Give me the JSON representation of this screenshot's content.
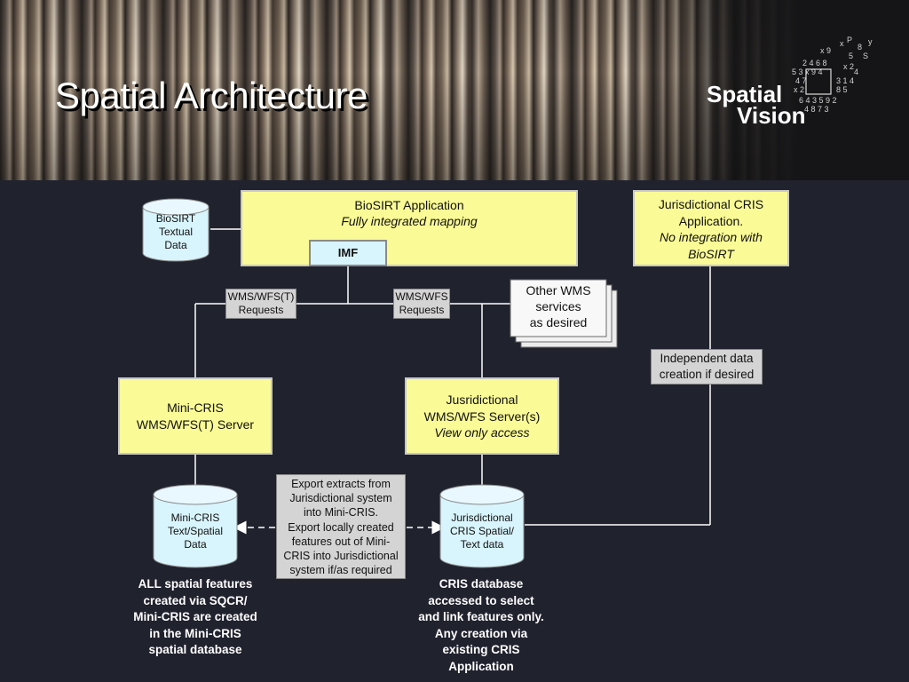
{
  "slide": {
    "title": "Spatial Architecture",
    "logo": {
      "line1": "Spatial",
      "line2": "Vision"
    }
  },
  "nodes": {
    "biosirt_app": {
      "title": "BioSIRT Application",
      "subtitle": "Fully integrated mapping"
    },
    "imf": {
      "label": "IMF"
    },
    "biosirt_data": {
      "line1": "BioSIRT",
      "line2": "Textual",
      "line3": "Data"
    },
    "jur_cris_app": {
      "line1": "Jurisdictional CRIS",
      "line2": "Application.",
      "line3": "No integration with",
      "line4": "BioSIRT"
    },
    "other_wms": {
      "line1": "Other WMS",
      "line2": "services",
      "line3": "as desired"
    },
    "mini_cris_server": {
      "line1": "Mini-CRIS",
      "line2": "WMS/WFS(T) Server"
    },
    "jur_server": {
      "line1": "Jusridictional",
      "line2": "WMS/WFS Server(s)",
      "line3": "View only access"
    },
    "mini_cris_data": {
      "line1": "Mini-CRIS",
      "line2": "Text/Spatial",
      "line3": "Data"
    },
    "jur_cris_data": {
      "line1": "Jurisdictional",
      "line2": "CRIS Spatial/",
      "line3": "Text data"
    }
  },
  "edge_labels": {
    "wms_wfst": {
      "line1": "WMS/WFS(T)",
      "line2": "Requests"
    },
    "wms_wfs": {
      "line1": "WMS/WFS",
      "line2": "Requests"
    },
    "independent": {
      "line1": "Independent data",
      "line2": "creation if desired"
    },
    "export": {
      "lines": [
        "Export extracts from",
        "Jurisdictional system",
        "into Mini-CRIS.",
        "Export locally created",
        "features out of Mini-",
        "CRIS into Jurisdictional",
        "system if/as required"
      ]
    }
  },
  "captions": {
    "left": [
      "ALL spatial features",
      "created via SQCR/",
      "Mini-CRIS are created",
      "in the Mini-CRIS",
      "spatial database"
    ],
    "right": [
      "CRIS database",
      "accessed to select",
      "and link features only.",
      "Any creation via",
      "existing CRIS",
      "Application"
    ]
  },
  "colors": {
    "background": "#20222e",
    "node_yellow": "#fafa96",
    "imf_blue": "#d8f4fc",
    "cylinder": "#d8f4fc",
    "label_gray": "#d4d4d4",
    "line": "#ffffff"
  }
}
